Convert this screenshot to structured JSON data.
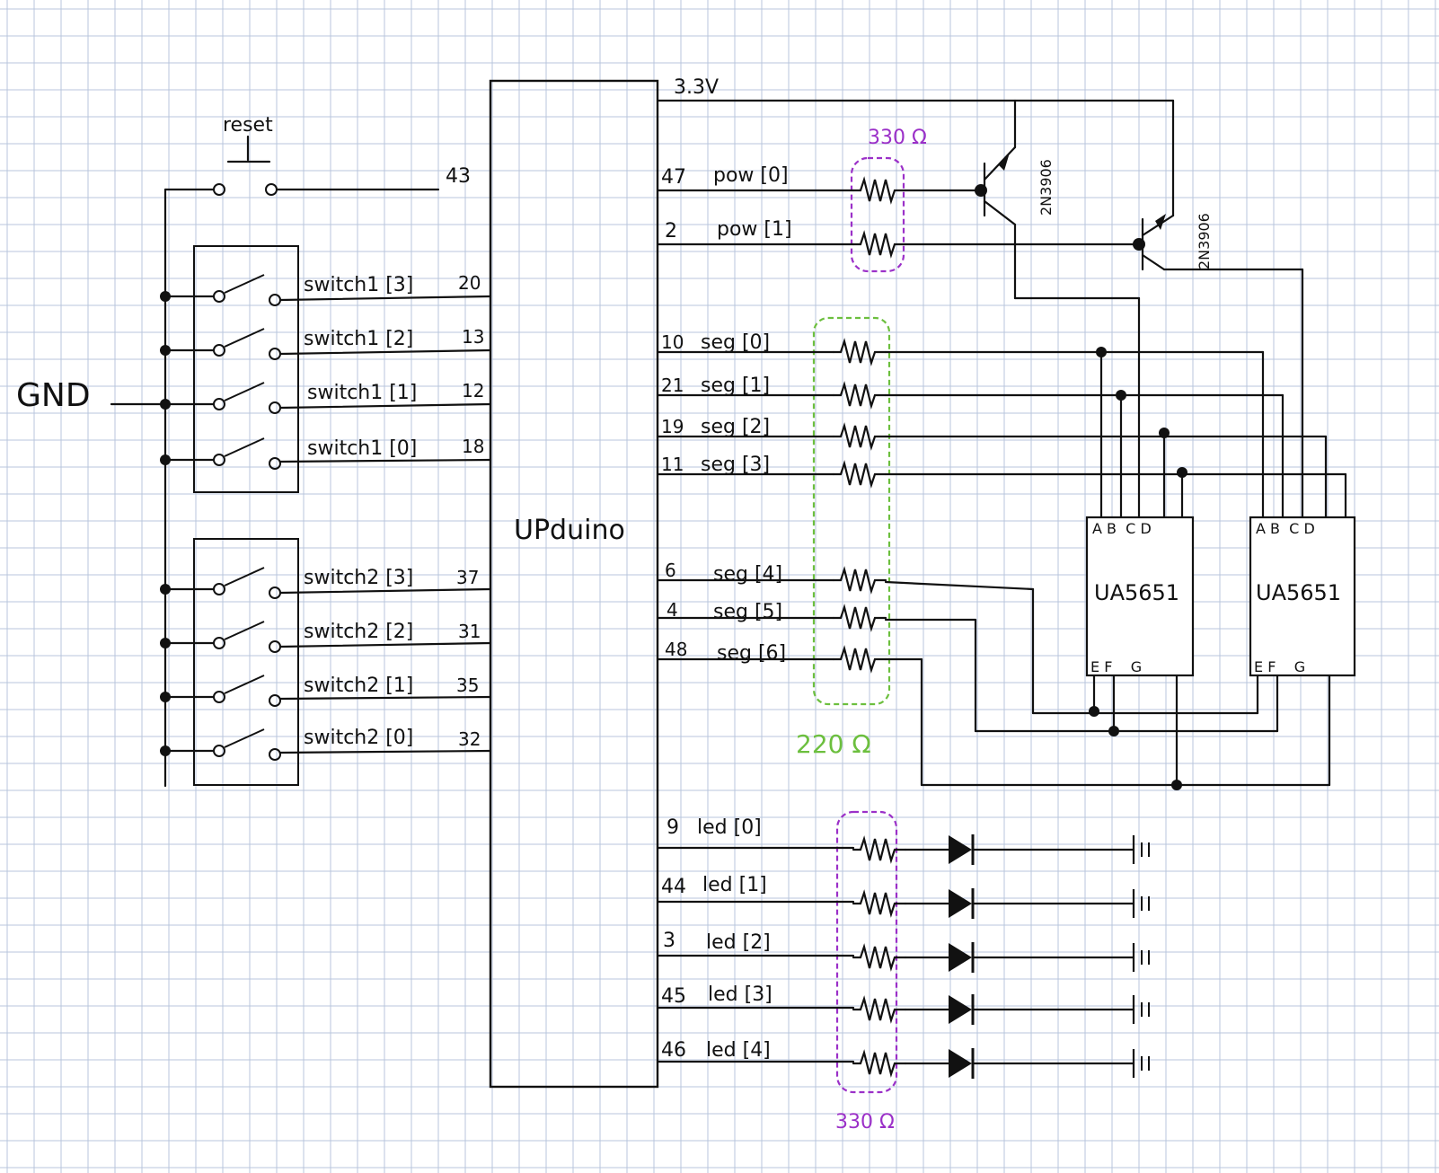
{
  "supply": {
    "vcc": "3.3V",
    "gnd": "GND"
  },
  "mcu": {
    "name": "UPduino"
  },
  "reset": {
    "label": "reset",
    "pin": "43"
  },
  "switch1": [
    {
      "label": "switch1 [3]",
      "pin": "20"
    },
    {
      "label": "switch1 [2]",
      "pin": "13"
    },
    {
      "label": "switch1 [1]",
      "pin": "12"
    },
    {
      "label": "switch1 [0]",
      "pin": "18"
    }
  ],
  "switch2": [
    {
      "label": "switch2 [3]",
      "pin": "37"
    },
    {
      "label": "switch2 [2]",
      "pin": "31"
    },
    {
      "label": "switch2 [1]",
      "pin": "35"
    },
    {
      "label": "switch2 [0]",
      "pin": "32"
    }
  ],
  "pow": [
    {
      "pin": "47",
      "label": "pow [0]"
    },
    {
      "pin": "2",
      "label": "pow [1]"
    }
  ],
  "transistors": [
    "2N3906",
    "2N3906"
  ],
  "seg": [
    {
      "pin": "10",
      "label": "seg [0]"
    },
    {
      "pin": "21",
      "label": "seg [1]"
    },
    {
      "pin": "19",
      "label": "seg [2]"
    },
    {
      "pin": "11",
      "label": "seg [3]"
    },
    {
      "pin": "6",
      "label": "seg [4]"
    },
    {
      "pin": "4",
      "label": "seg [5]"
    },
    {
      "pin": "48",
      "label": "seg [6]"
    }
  ],
  "led": [
    {
      "pin": "9",
      "label": "led [0]"
    },
    {
      "pin": "44",
      "label": "led [1]"
    },
    {
      "pin": "3",
      "label": "led [2]"
    },
    {
      "pin": "45",
      "label": "led [3]"
    },
    {
      "pin": "46",
      "label": "led [4]"
    }
  ],
  "resistors": {
    "pow": "330 Ω",
    "seg": "220 Ω",
    "led": "330 Ω"
  },
  "displays": [
    {
      "name": "UA5651",
      "top_pins": "A B  C D",
      "bottom_pins": "E F    G"
    },
    {
      "name": "UA5651",
      "top_pins": "A B  C D",
      "bottom_pins": "E F    G"
    }
  ],
  "colors": {
    "grid": "#b9c6dc",
    "r330": "#9b30c8",
    "r220": "#6cbf3e",
    "ink": "#111111"
  }
}
